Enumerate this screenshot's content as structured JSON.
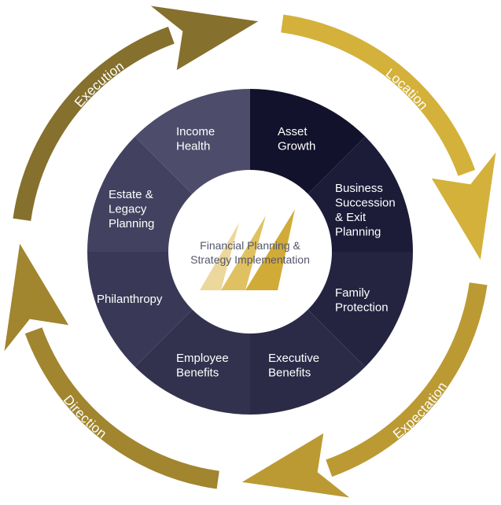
{
  "center": {
    "lines": [
      "Financial Planning &",
      "Strategy Implementation"
    ]
  },
  "segments": [
    {
      "key": "asset-growth",
      "lines": [
        "Asset",
        "Growth"
      ],
      "color": "#13122c"
    },
    {
      "key": "business-succession",
      "lines": [
        "Business",
        "Succession",
        "& Exit",
        "Planning"
      ],
      "color": "#1c1b38"
    },
    {
      "key": "family-protection",
      "lines": [
        "Family",
        "Protection"
      ],
      "color": "#242441"
    },
    {
      "key": "executive-benefits",
      "lines": [
        "Executive",
        "Benefits"
      ],
      "color": "#2b2b48"
    },
    {
      "key": "employee-benefits",
      "lines": [
        "Employee",
        "Benefits"
      ],
      "color": "#32324f"
    },
    {
      "key": "philanthropy",
      "lines": [
        "Philanthropy"
      ],
      "color": "#393957"
    },
    {
      "key": "estate-legacy-planning",
      "lines": [
        "Estate &",
        "Legacy",
        "Planning"
      ],
      "color": "#424260"
    },
    {
      "key": "income-health",
      "lines": [
        "Income",
        "Health"
      ],
      "color": "#4d4d6b"
    }
  ],
  "cycle": [
    {
      "key": "location",
      "label": "Location",
      "color": "#d3b13b"
    },
    {
      "key": "expectation",
      "label": "Expectation",
      "color": "#bb9a34"
    },
    {
      "key": "direction",
      "label": "Direction",
      "color": "#a1852f"
    },
    {
      "key": "execution",
      "label": "Execution",
      "color": "#85702d"
    }
  ],
  "colors": {
    "logo_light": "#ecd79c",
    "logo_mid": "#e0c162",
    "logo_dark": "#d1ab38",
    "center_fill": "#ffffff"
  }
}
